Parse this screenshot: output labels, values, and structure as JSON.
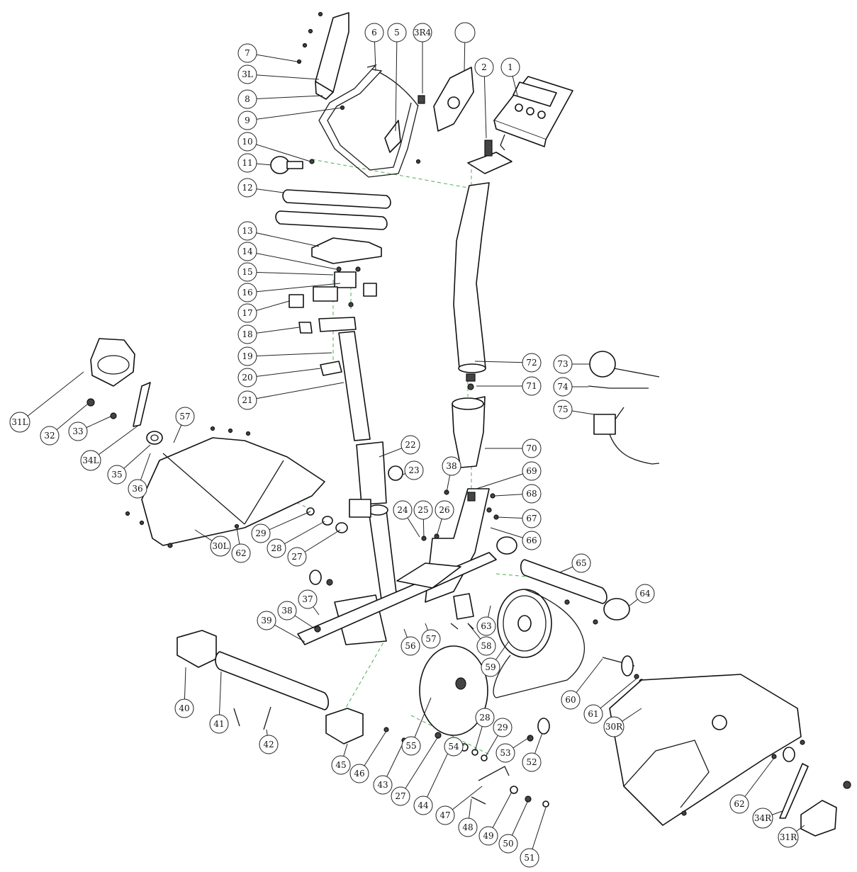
{
  "callouts": [
    {
      "label": "1"
    },
    {
      "label": "2"
    },
    {
      "label": "3R4"
    },
    {
      "label": "5"
    },
    {
      "label": "6"
    },
    {
      "label": ""
    },
    {
      "label": "7"
    },
    {
      "label": "3L"
    },
    {
      "label": "8"
    },
    {
      "label": "9"
    },
    {
      "label": "10"
    },
    {
      "label": "11"
    },
    {
      "label": "12"
    },
    {
      "label": "13"
    },
    {
      "label": "14"
    },
    {
      "label": "15"
    },
    {
      "label": "16"
    },
    {
      "label": "17"
    },
    {
      "label": "18"
    },
    {
      "label": "19"
    },
    {
      "label": "20"
    },
    {
      "label": "21"
    },
    {
      "label": "22"
    },
    {
      "label": "23"
    },
    {
      "label": "24"
    },
    {
      "label": "25"
    },
    {
      "label": "26"
    },
    {
      "label": "38"
    },
    {
      "label": "69"
    },
    {
      "label": "68"
    },
    {
      "label": "67"
    },
    {
      "label": "66"
    },
    {
      "label": "65"
    },
    {
      "label": "64"
    },
    {
      "label": "70"
    },
    {
      "label": "71"
    },
    {
      "label": "72"
    },
    {
      "label": "73"
    },
    {
      "label": "74"
    },
    {
      "label": "75"
    },
    {
      "label": "31L"
    },
    {
      "label": "32"
    },
    {
      "label": "33"
    },
    {
      "label": "34L"
    },
    {
      "label": "35"
    },
    {
      "label": "36"
    },
    {
      "label": "57"
    },
    {
      "label": "29"
    },
    {
      "label": "28"
    },
    {
      "label": "27"
    },
    {
      "label": "62"
    },
    {
      "label": "30L"
    },
    {
      "label": "39"
    },
    {
      "label": "38"
    },
    {
      "label": "37"
    },
    {
      "label": "56"
    },
    {
      "label": "57"
    },
    {
      "label": "58"
    },
    {
      "label": "59"
    },
    {
      "label": "63"
    },
    {
      "label": "60"
    },
    {
      "label": "61"
    },
    {
      "label": "30R"
    },
    {
      "label": "40"
    },
    {
      "label": "41"
    },
    {
      "label": "42"
    },
    {
      "label": "45"
    },
    {
      "label": "46"
    },
    {
      "label": "43"
    },
    {
      "label": "27"
    },
    {
      "label": "44"
    },
    {
      "label": "54"
    },
    {
      "label": "28"
    },
    {
      "label": "29"
    },
    {
      "label": "53"
    },
    {
      "label": "52"
    },
    {
      "label": "55"
    },
    {
      "label": "47"
    },
    {
      "label": "48"
    },
    {
      "label": "49"
    },
    {
      "label": "50"
    },
    {
      "label": "51"
    },
    {
      "label": "62"
    },
    {
      "label": "34R"
    },
    {
      "label": "31R"
    }
  ]
}
